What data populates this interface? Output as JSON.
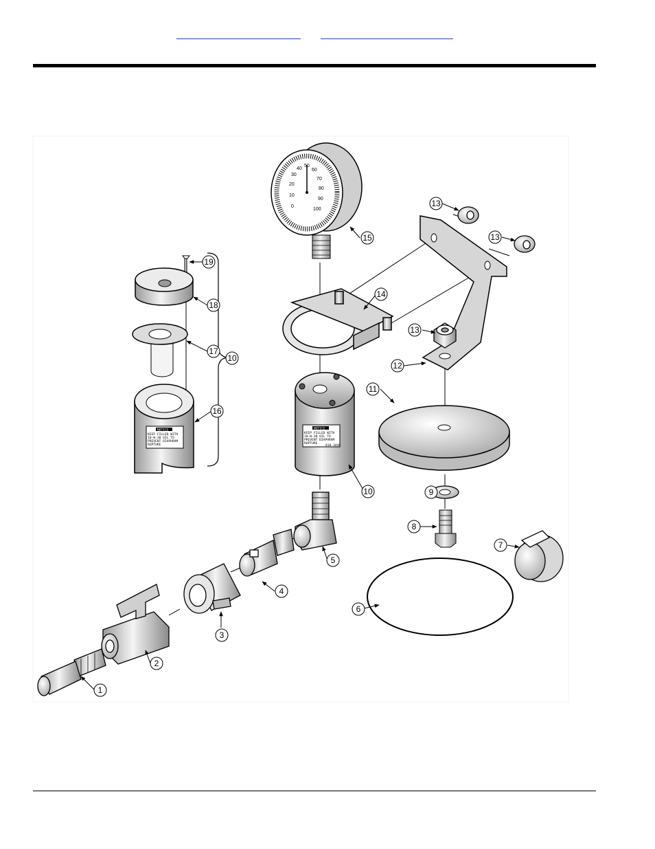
{
  "header": {
    "link_left": "",
    "link_right": ""
  },
  "callouts": [
    "1",
    "2",
    "3",
    "4",
    "5",
    "6",
    "7",
    "8",
    "9",
    "10",
    "11",
    "12",
    "13",
    "14",
    "15",
    "16",
    "17",
    "18",
    "19"
  ],
  "decal": {
    "title": "NOTICE",
    "line1": "KEEP FILLED WITH",
    "line2": "10-W-30 OIL TO",
    "line3": "PREVENT DIAPHRAM",
    "line4": "RUPTURE",
    "part_no": "818-344C"
  },
  "gauge": {
    "scale": [
      "0",
      "10",
      "20",
      "30",
      "40",
      "50",
      "60",
      "70",
      "80",
      "90",
      "100"
    ]
  }
}
